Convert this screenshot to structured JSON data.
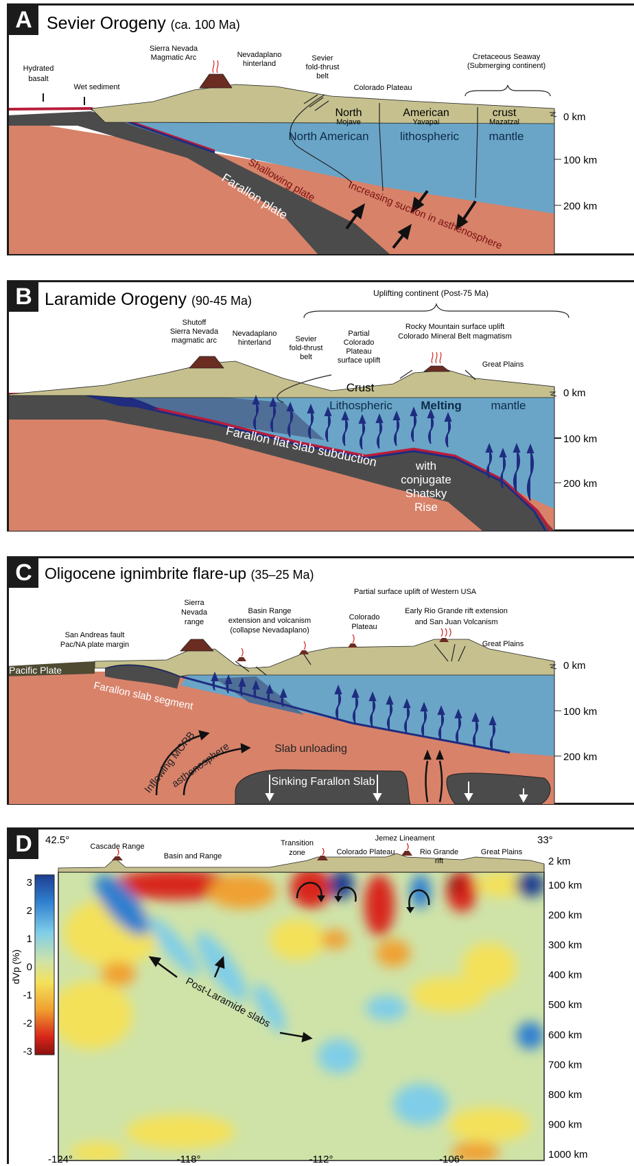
{
  "panels": {
    "a": {
      "letter": "A",
      "title": "Sevier Orogeny",
      "age": "(ca. 100 Ma)",
      "labels": {
        "hydrated_basalt_1": "Hydrated",
        "hydrated_basalt_2": "basalt",
        "wet_sediment": "Wet sediment",
        "arc_1": "Sierra Nevada",
        "arc_2": "Magmatic Arc",
        "hinterland_1": "Nevadaplano",
        "hinterland_2": "hinterland",
        "sevier_1": "Sevier",
        "sevier_2": "fold-thrust",
        "sevier_3": "belt",
        "colorado_plateau": "Colorado Plateau",
        "seaway_1": "Cretaceous Seaway",
        "seaway_2": "(Submerging continent)",
        "north": "North",
        "american": "American",
        "crust": "crust",
        "mojave": "Mojave",
        "yavapai": "Yavapai",
        "mazatzal": "Mazatzal",
        "north_american": "North American",
        "lithospheric": "lithospheric",
        "mantle": "mantle",
        "shallowing": "Shallowing plate",
        "farallon": "Farallon plate",
        "suction": "Increasing suction in asthenosphere"
      },
      "depths": [
        "0 km",
        "100 km",
        "200 km"
      ]
    },
    "b": {
      "letter": "B",
      "title": "Laramide Orogeny",
      "age": "(90-45 Ma)",
      "labels": {
        "uplifting": "Uplifting continent (Post-75 Ma)",
        "shutoff_1": "Shutoff",
        "shutoff_2": "Sierra Nevada",
        "shutoff_3": "magmatic arc",
        "hinterland_1": "Nevadaplano",
        "hinterland_2": "hinterland",
        "sevier_1": "Sevier",
        "sevier_2": "fold-thrust",
        "sevier_3": "belt",
        "partial_1": "Partial",
        "partial_2": "Colorado",
        "partial_3": "Plateau",
        "partial_4": "surface uplift",
        "rocky_1": "Rocky Mountain surface uplift",
        "rocky_2": "Colorado Mineral Belt magmatism",
        "great_plains": "Great Plains",
        "crust": "Crust",
        "lithospheric": "Lithospheric",
        "melting": "Melting",
        "mantle": "mantle",
        "flat_slab": "Farallon flat slab subduction",
        "with": "with",
        "conjugate": "conjugate",
        "shatsky": "Shatsky",
        "rise": "Rise"
      },
      "depths": [
        "0 km",
        "100 km",
        "200 km"
      ]
    },
    "c": {
      "letter": "C",
      "title": "Oligocene ignimbrite flare-up",
      "age": "(35–25 Ma)",
      "labels": {
        "partial_uplift": "Partial surface uplift of Western USA",
        "sn_1": "Sierra",
        "sn_2": "Nevada",
        "sn_3": "range",
        "basin_1": "Basin Range",
        "basin_2": "extension and volcanism",
        "basin_3": "(collapse Nevadaplano)",
        "cp_1": "Colorado",
        "cp_2": "Plateau",
        "rio_1": "Early Rio Grande rift extension",
        "rio_2": "and San Juan Volcanism",
        "great_plains": "Great Plains",
        "saf_1": "San Andreas fault",
        "saf_2": "Pac/NA plate margin",
        "pacific": "Pacific Plate",
        "segment": "Farallon slab segment",
        "morb": "Inflowing MORB",
        "astheno": "asthenosphere",
        "unloading": "Slab unloading",
        "sinking": "Sinking Farallon Slab"
      },
      "depths": [
        "0 km",
        "100 km",
        "200 km"
      ]
    },
    "d": {
      "letter": "D",
      "lat_left": "42.5°",
      "lat_right": "33°",
      "labels": {
        "cascade": "Cascade Range",
        "basin_range": "Basin and Range",
        "transition_1": "Transition",
        "transition_2": "zone",
        "colorado_plateau": "Colorado Plateau",
        "jemez": "Jemez Lineament",
        "rio_1": "Rio Grande",
        "rio_2": "rift",
        "great_plains": "Great Plains",
        "post_laramide": "Post-Laramide slabs"
      },
      "colorbar_label": "dVp (%)",
      "colorbar_ticks": [
        "3",
        "2",
        "1",
        "0",
        "-1",
        "-2",
        "-3"
      ],
      "colorbar_colors": [
        "#1f3d8f",
        "#2f7fd0",
        "#7fcde8",
        "#cfe3a8",
        "#f4e15a",
        "#f0a030",
        "#d8261a",
        "#8a1010"
      ],
      "elevation": "2 km",
      "depths": [
        "100 km",
        "200 km",
        "300 km",
        "400 km",
        "500 km",
        "600 km",
        "700 km",
        "800 km",
        "900 km",
        "1000 km"
      ],
      "longitudes": [
        "-124°",
        "-118°",
        "-112°",
        "-106°"
      ]
    }
  },
  "colors": {
    "crust": "#c5c08e",
    "lithosphere": "#6aa5c7",
    "asthenosphere": "#d8826a",
    "slab": "#4b4b4b",
    "subduction_edge": "#b81d3a",
    "slab_blue": "#1f2c80",
    "pacific": "#4f4b33"
  }
}
